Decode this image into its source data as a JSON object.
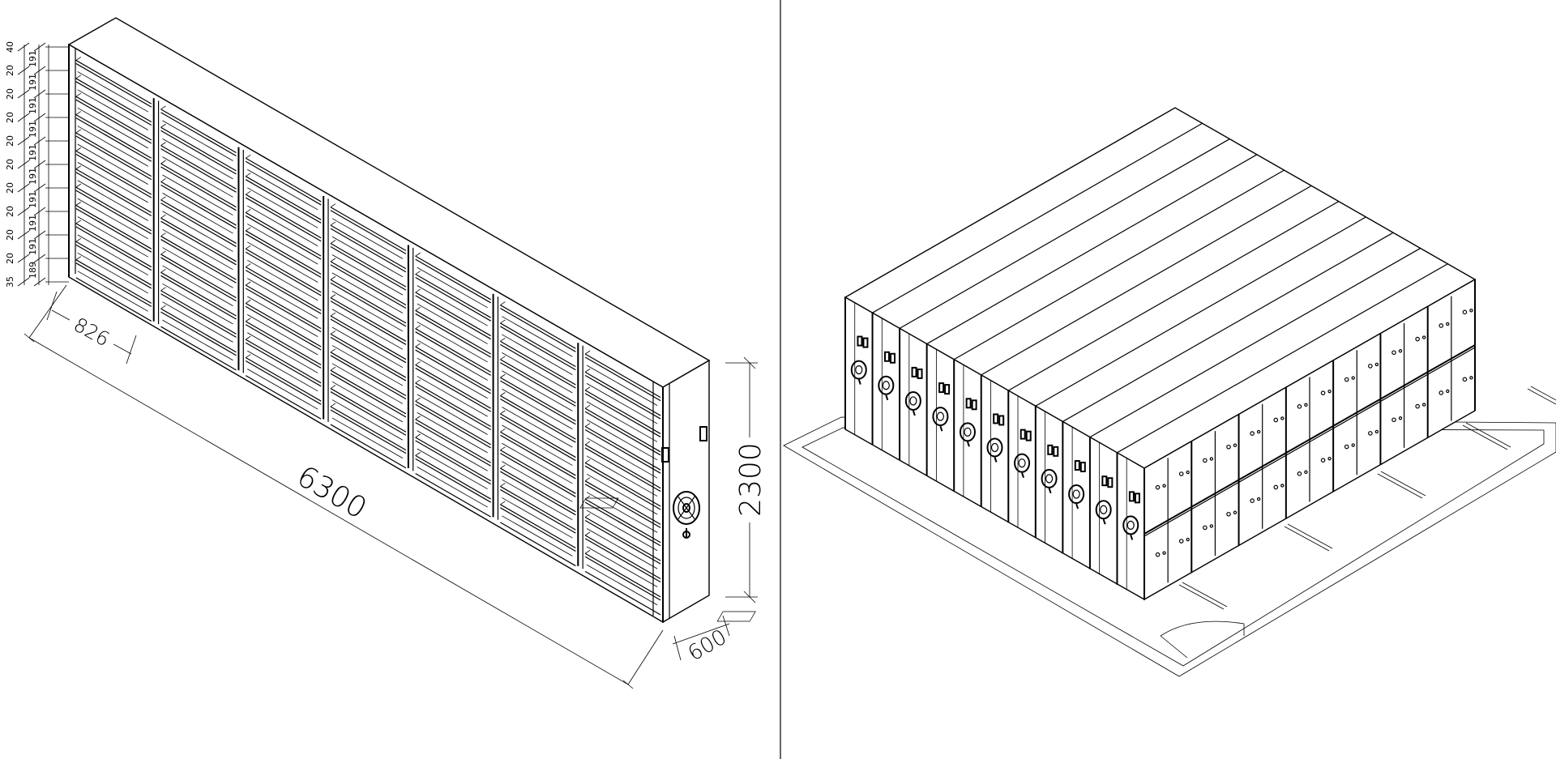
{
  "left_view": {
    "dimensions": {
      "length": "6300",
      "height": "2300",
      "depth": "600",
      "bay_width": "826"
    },
    "shelf_spacing_labels": [
      "191",
      "191",
      "191",
      "191",
      "191",
      "191",
      "191",
      "191",
      "191",
      "189"
    ],
    "gap_labels": [
      "40",
      "20",
      "20",
      "20",
      "20",
      "20",
      "20",
      "20",
      "20",
      "20",
      "35"
    ]
  },
  "right_view": {
    "carriage_count": 11,
    "visible_end_panels": 7
  },
  "colors": {
    "line": "#000000",
    "background": "#ffffff"
  }
}
